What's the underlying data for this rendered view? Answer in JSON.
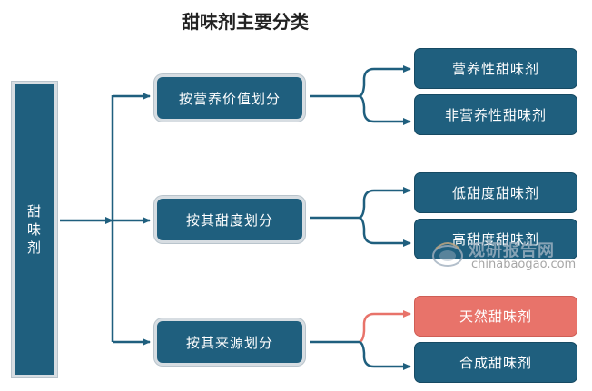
{
  "title": "甜味剂主要分类",
  "root": {
    "chars": [
      "甜",
      "味",
      "剂"
    ]
  },
  "categories": [
    {
      "label": "按营养价值划分",
      "children": [
        "营养性甜味剂",
        "非营养性甜味剂"
      ]
    },
    {
      "label": "按其甜度划分",
      "children": [
        "低甜度甜味剂",
        "高甜度甜味剂"
      ]
    },
    {
      "label": "按其来源划分",
      "children": [
        "天然甜味剂",
        "合成甜味剂"
      ]
    }
  ],
  "colors": {
    "primary": "#1f5f7e",
    "accent": "#e8736a",
    "border": "#d7dde2"
  },
  "watermark": {
    "title": "观研报告网",
    "url": "chinabaogao.com"
  }
}
